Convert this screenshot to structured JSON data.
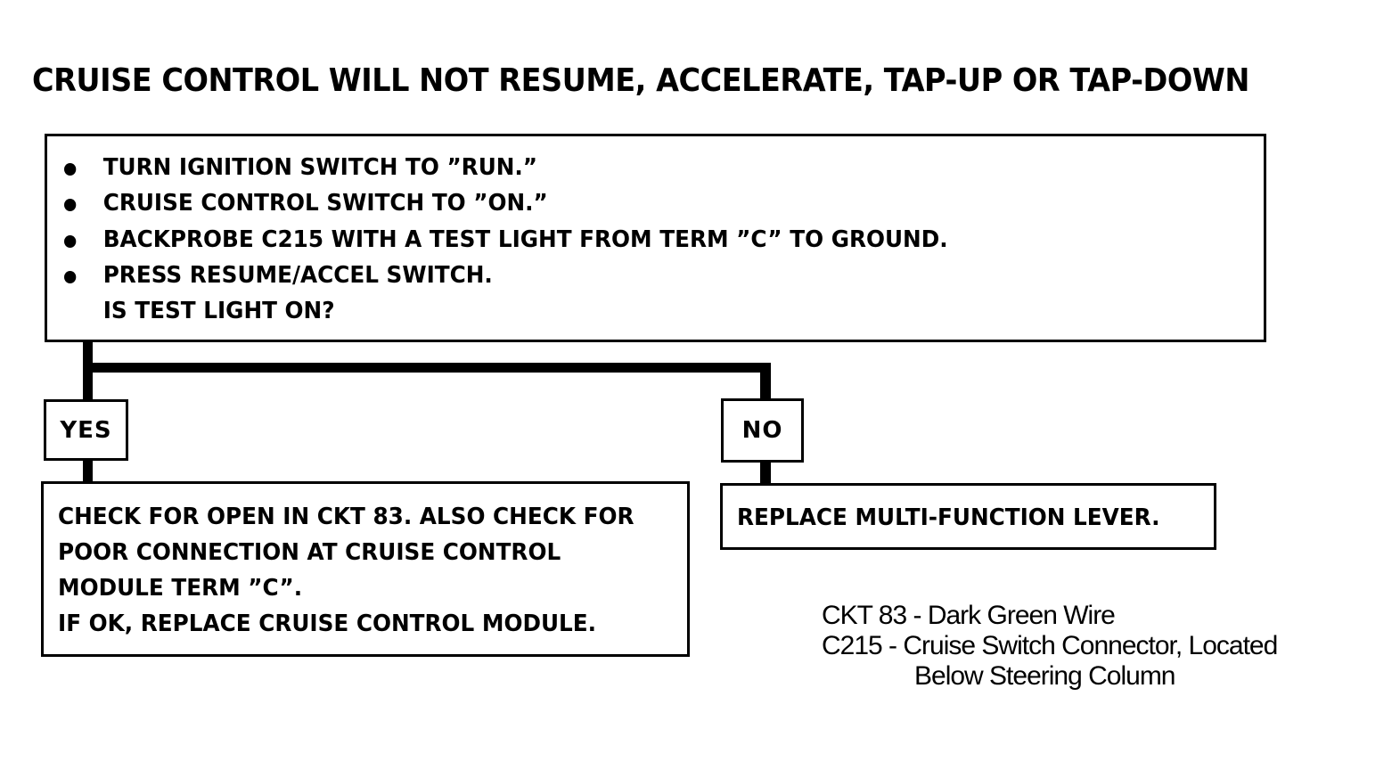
{
  "title": "CRUISE CONTROL WILL NOT RESUME, ACCELERATE, TAP-UP OR TAP-DOWN",
  "initial_step": {
    "bullets": [
      "TURN IGNITION SWITCH TO ”RUN.”",
      "CRUISE CONTROL SWITCH TO ”ON.”",
      "BACKPROBE C215 WITH A TEST LIGHT FROM TERM ”C” TO GROUND.",
      "PRESS RESUME/ACCEL SWITCH."
    ],
    "question": "IS TEST LIGHT ON?"
  },
  "branches": {
    "yes": {
      "label": "YES",
      "result_lines": [
        "CHECK FOR OPEN IN CKT 83.  ALSO CHECK FOR",
        "POOR CONNECTION AT CRUISE CONTROL",
        "MODULE TERM ”C”.",
        "IF OK, REPLACE CRUISE CONTROL MODULE."
      ]
    },
    "no": {
      "label": "NO",
      "result_lines": [
        "REPLACE MULTI-FUNCTION LEVER."
      ]
    }
  },
  "legend": [
    "CKT 83 - Dark Green Wire",
    "C215 - Cruise Switch Connector, Located",
    "Below Steering Column"
  ]
}
